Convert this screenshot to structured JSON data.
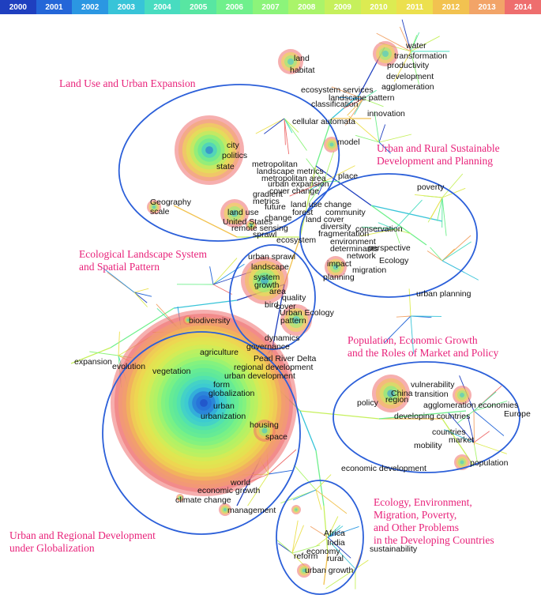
{
  "timeline": {
    "years": [
      "2000",
      "2001",
      "2002",
      "2003",
      "2004",
      "2005",
      "2006",
      "2007",
      "2008",
      "2009",
      "2010",
      "2011",
      "2012",
      "2013",
      "2014"
    ],
    "colors": [
      "#1f3fbf",
      "#2466d8",
      "#2b97e2",
      "#38c4d8",
      "#48dcc0",
      "#58e6a2",
      "#6ff08c",
      "#8cf47a",
      "#aaf46a",
      "#c6f05c",
      "#dceb52",
      "#ece04e",
      "#f2c250",
      "#f2a468",
      "#ee6e6e"
    ]
  },
  "clusters": [
    {
      "lines": [
        "Land Use and Urban Expansion"
      ]
    },
    {
      "lines": [
        "Urban and Rural Sustainable",
        "Development and Planning"
      ]
    },
    {
      "lines": [
        "Ecological Landscape System",
        "and Spatial Pattern"
      ]
    },
    {
      "lines": [
        "Population, Economic Growth",
        "and the Roles of Market and Policy"
      ]
    },
    {
      "lines": [
        "Ecology, Environment,",
        "Migration, Poverty,",
        "and Other Problems",
        "in the Developing Countries"
      ]
    },
    {
      "lines": [
        "Urban and Regional Development",
        "under Globalization"
      ]
    }
  ],
  "keywords": [
    "water",
    "transformation",
    "productivity",
    "development",
    "agglomeration",
    "land",
    "habitat",
    "ecosystem services",
    "landscape pattern",
    "classification",
    "innovation",
    "cellular automata",
    "model",
    "city",
    "politics",
    "state",
    "metropolitan",
    "landscape metrics",
    "metropolitan area",
    "place",
    "urban expansion",
    "cover change",
    "gradient",
    "metrics",
    "future",
    "land use change",
    "forest",
    "community",
    "land cover",
    "diversity",
    "conservation",
    "Geography",
    "scale",
    "land use",
    "United States",
    "change",
    "remote sensing",
    "sprawl",
    "ecosystem",
    "fragmentation",
    "environment",
    "determinants",
    "perspective",
    "network",
    "Ecology",
    "poverty",
    "urban sprawl",
    "landscape",
    "system",
    "growth",
    "area",
    "quality",
    "cover",
    "bird",
    "Urban Ecology",
    "pattern",
    "impact",
    "planning",
    "migration",
    "urban planning",
    "biodiversity",
    "dynamics",
    "governance",
    "agriculture",
    "Pearl River Delta",
    "regional development",
    "urban development",
    "expansion",
    "evolution",
    "vegetation",
    "form",
    "globalization",
    "urban",
    "urbanization",
    "housing",
    "space",
    "vulnerability",
    "China",
    "transition",
    "policy",
    "region",
    "agglomeration economies",
    "developing countries",
    "Europe",
    "countries",
    "market",
    "mobility",
    "population",
    "economic development",
    "world",
    "economic growth",
    "climate change",
    "management",
    "Africa",
    "India",
    "economy",
    "sustainability",
    "reform",
    "rural",
    "urban growth"
  ]
}
